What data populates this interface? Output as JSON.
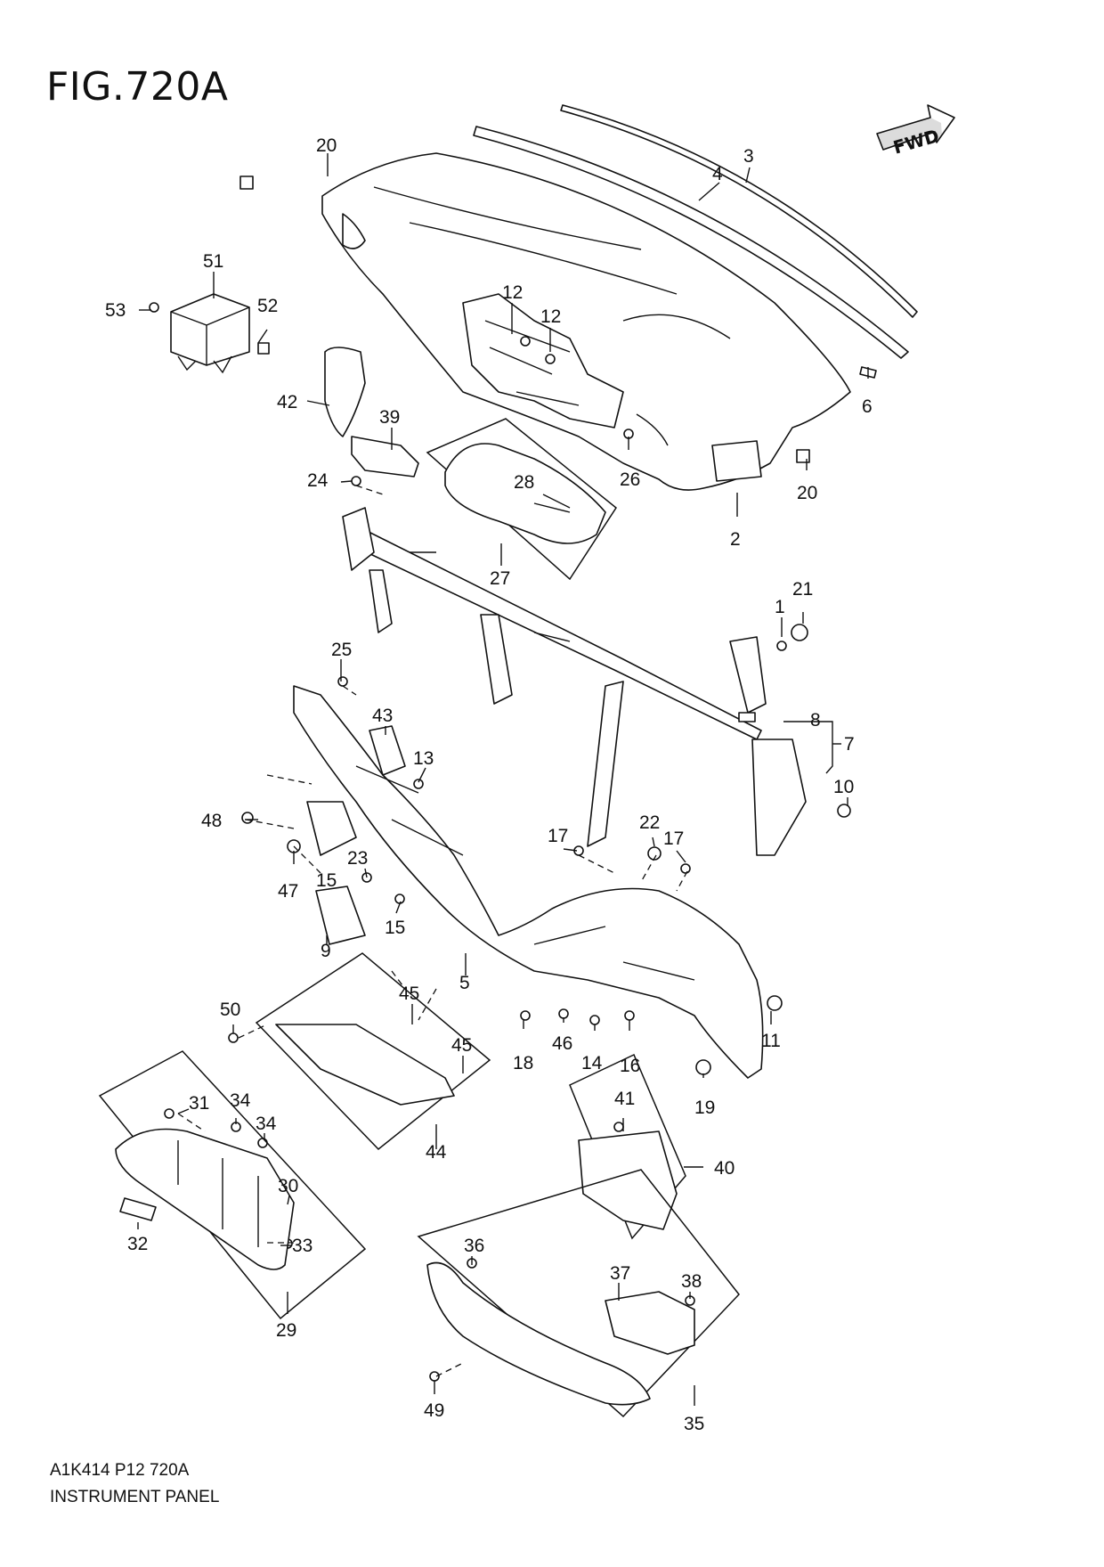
{
  "figure": {
    "title": "FIG.720A",
    "code": "A1K414 P12 720A",
    "name": "INSTRUMENT PANEL",
    "fwd_label": "FWD"
  },
  "callouts": {
    "p1": "1",
    "p2": "2",
    "p3": "3",
    "p4": "4",
    "p5": "5",
    "p6": "6",
    "p7": "7",
    "p8": "8",
    "p9": "9",
    "p10": "10",
    "p11": "11",
    "p12a": "12",
    "p12b": "12",
    "p13": "13",
    "p14": "14",
    "p15a": "15",
    "p15b": "15",
    "p16": "16",
    "p17a": "17",
    "p17b": "17",
    "p18": "18",
    "p19": "19",
    "p20a": "20",
    "p20b": "20",
    "p21": "21",
    "p22": "22",
    "p23": "23",
    "p24": "24",
    "p25": "25",
    "p26": "26",
    "p27": "27",
    "p28": "28",
    "p29": "29",
    "p30": "30",
    "p31": "31",
    "p32": "32",
    "p33": "33",
    "p34a": "34",
    "p34b": "34",
    "p35": "35",
    "p36": "36",
    "p37": "37",
    "p38": "38",
    "p39": "39",
    "p40": "40",
    "p41": "41",
    "p42": "42",
    "p43": "43",
    "p44": "44",
    "p45a": "45",
    "p45b": "45",
    "p46": "46",
    "p47": "47",
    "p48": "48",
    "p49": "49",
    "p50": "50",
    "p51": "51",
    "p52": "52",
    "p53": "53"
  }
}
